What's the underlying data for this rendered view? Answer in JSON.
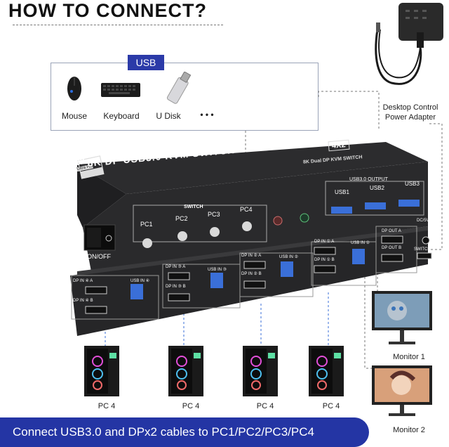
{
  "header": {
    "title": "HOW TO CONNECT?"
  },
  "usb_panel": {
    "badge": "USB",
    "peripherals": [
      {
        "label": "Mouse",
        "icon": "mouse-icon"
      },
      {
        "label": "Keyboard",
        "icon": "keyboard-icon"
      },
      {
        "label": "U Disk",
        "icon": "usb-drive-icon"
      },
      {
        "label": "• • •",
        "icon": "more-icon"
      }
    ]
  },
  "adapter": {
    "label_line1": "Desktop Control",
    "label_line2": "Power Adapter"
  },
  "device": {
    "badge_top": "8K",
    "badge_bottom": "Ultra HD",
    "name": "8K DP USB3.0 KVM SWITCH",
    "model": "4X2",
    "subtitle": "8K Dual DP KVM SWITCH",
    "usb_output_label": "USB3.0 OUTPUT",
    "usb_ports": [
      "USB1",
      "USB2",
      "USB3"
    ],
    "switch_label": "SWITCH",
    "pc_buttons": [
      "PC1",
      "PC2",
      "PC3",
      "PC4"
    ],
    "power_label": "ON/OFF",
    "dc_label": "DC/5V",
    "switch_port_label": "SWITCH",
    "dp_out_a": "DP OUT A",
    "dp_out_b": "DP OUT B",
    "inputs": [
      {
        "dp_a": "DP IN ④ A",
        "dp_b": "DP IN ④ B",
        "usb": "USB IN ④"
      },
      {
        "dp_a": "DP IN ③ A",
        "dp_b": "DP IN ③ B",
        "usb": "USB IN ③"
      },
      {
        "dp_a": "DP IN ② A",
        "dp_b": "DP IN ② B",
        "usb": "USB IN ②"
      },
      {
        "dp_a": "DP IN ① A",
        "dp_b": "DP IN ① B",
        "usb": "USB IN ①"
      }
    ]
  },
  "pcs": [
    "PC 4",
    "PC 4",
    "PC 4",
    "PC 4"
  ],
  "monitors": [
    "Monitor 1",
    "Monitor 2"
  ],
  "footer": {
    "text": "Connect USB3.0 and DPx2 cables to PC1/PC2/PC3/PC4"
  },
  "colors": {
    "accent_blue": "#2435a4",
    "usb_port_blue": "#3a6fd8",
    "device_body": "#2a2a2c"
  }
}
